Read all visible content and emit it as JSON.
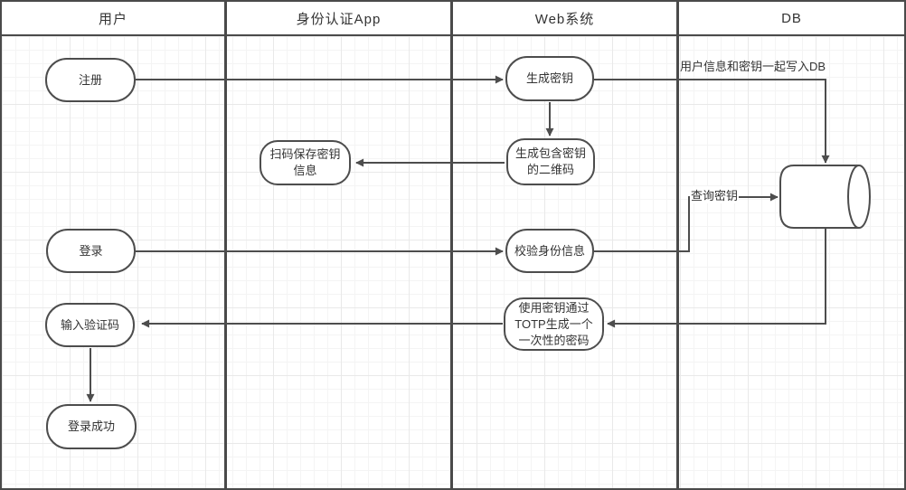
{
  "diagram": {
    "lanes": [
      {
        "title": "用户"
      },
      {
        "title": "身份认证App"
      },
      {
        "title": "Web系统"
      },
      {
        "title": "DB"
      }
    ],
    "nodes": [
      {
        "id": "register",
        "label": "注册"
      },
      {
        "id": "generate-key",
        "label": "生成密钥"
      },
      {
        "id": "generate-qr",
        "label": "生成包含密钥\n的二维码"
      },
      {
        "id": "scan-save-key",
        "label": "扫码保存密钥\n信息"
      },
      {
        "id": "login",
        "label": "登录"
      },
      {
        "id": "verify-identity",
        "label": "校验身份信息"
      },
      {
        "id": "totp-generate",
        "label": "使用密钥通过\nTOTP生成一个\n一次性的密码"
      },
      {
        "id": "enter-code",
        "label": "输入验证码"
      },
      {
        "id": "login-success",
        "label": "登录成功"
      }
    ],
    "edge_labels": [
      {
        "id": "write-db",
        "text": "用户信息和密钥一起写入DB"
      },
      {
        "id": "query-key",
        "text": "查询密钥"
      }
    ],
    "colors": {
      "line": "#4d4d4d",
      "frame": "#4a4a4a",
      "text": "#333333",
      "grid_minor": "#f4f4f4",
      "grid_major": "#e9e9e9",
      "node_fill": "#ffffff"
    }
  }
}
